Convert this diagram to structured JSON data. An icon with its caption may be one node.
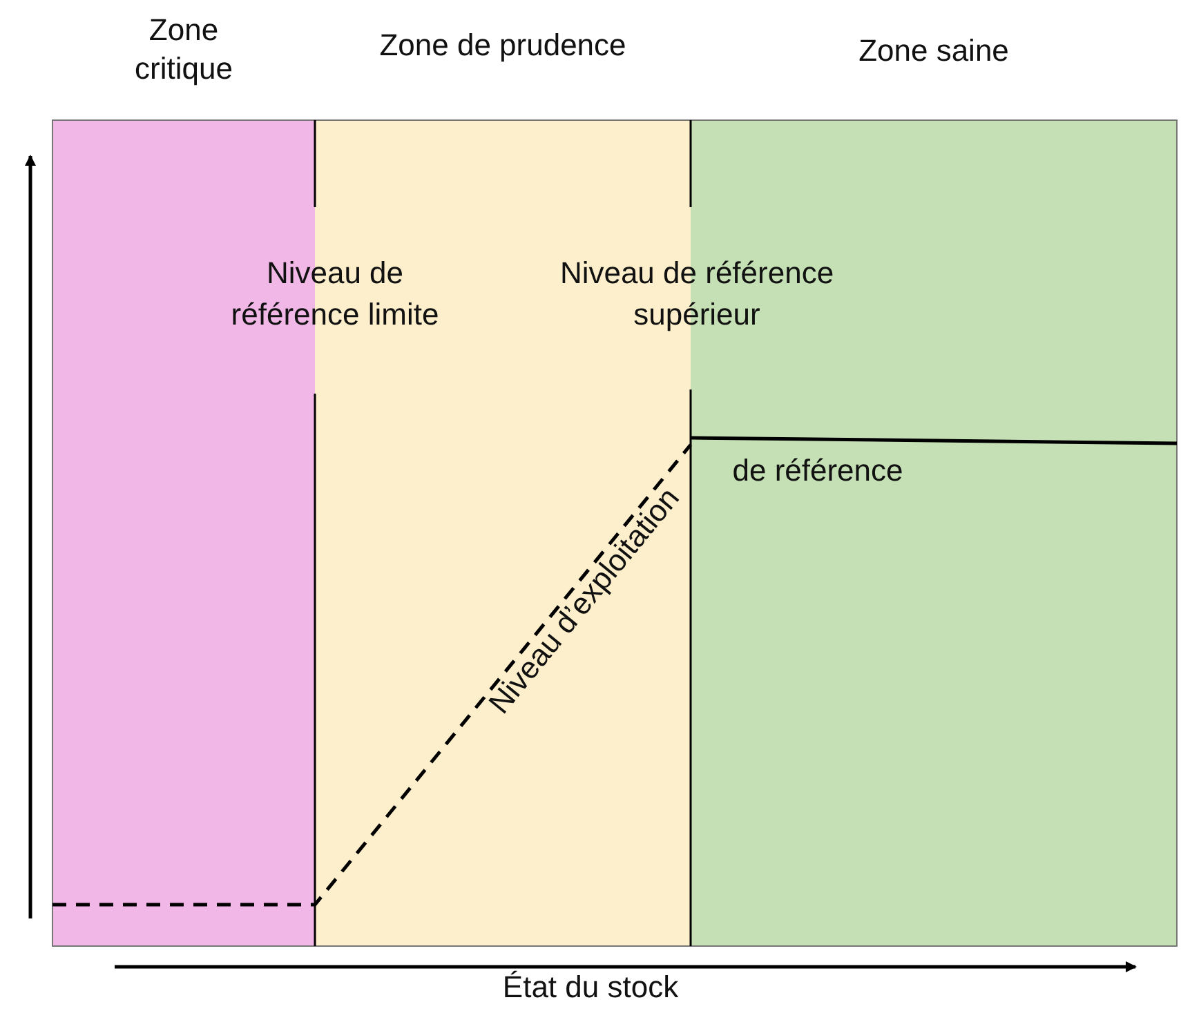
{
  "diagram": {
    "nodes": [
      {
        "text": [
          "Zone critique"
        ]
      },
      {
        "text": [
          "Zone de prudence"
        ]
      },
      {
        "text": [
          "Zone saine"
        ]
      }
    ],
    "labels": [
      "Niveau de référence limite",
      "Niveau de référence supérieur",
      "de référence",
      "Niveau d’exploitation",
      "État du stock"
    ]
  }
}
